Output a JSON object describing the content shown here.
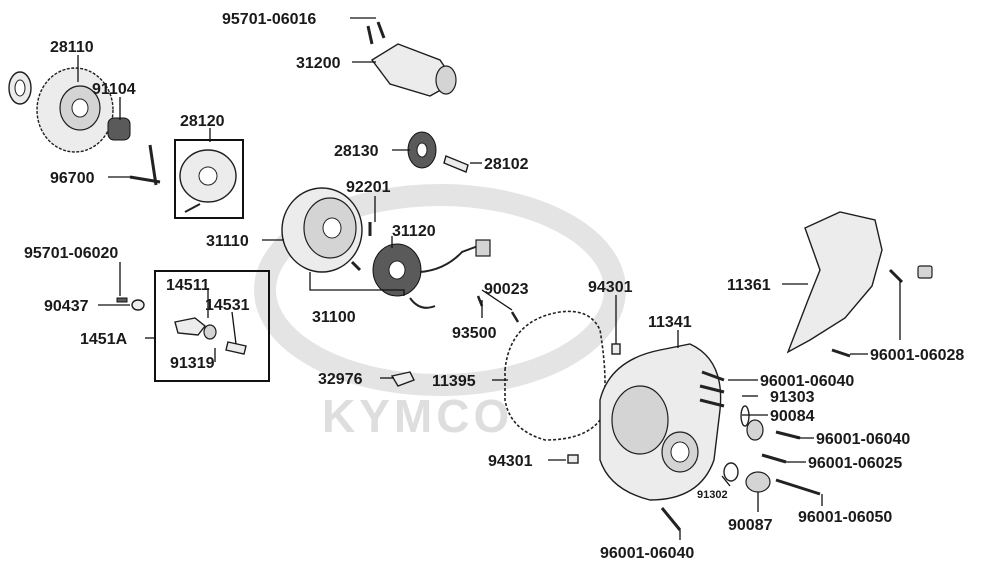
{
  "watermark": {
    "text": "KYMCO"
  },
  "labels": {
    "p95701_06016": "95701-06016",
    "p31200": "31200",
    "p28110": "28110",
    "p91104": "91104",
    "p28120": "28120",
    "p96700": "96700",
    "p28130": "28130",
    "p28102": "28102",
    "p92201": "92201",
    "p31110": "31110",
    "p31120": "31120",
    "p95701_06020": "95701-06020",
    "p14511": "14511",
    "p14531": "14531",
    "p90437": "90437",
    "p1451A": "1451A",
    "p91319": "91319",
    "p31100": "31100",
    "p90023": "90023",
    "p93500": "93500",
    "p94301a": "94301",
    "p11341": "11341",
    "p11361": "11361",
    "p96001_06028": "96001-06028",
    "p32976": "32976",
    "p11395": "11395",
    "p96001_06040a": "96001-06040",
    "p91303": "91303",
    "p90084": "90084",
    "p96001_06040b": "96001-06040",
    "p94301b": "94301",
    "p96001_06025": "96001-06025",
    "p91302": "91302",
    "p90087": "90087",
    "p96001_06050": "96001-06050",
    "p96001_06040c": "96001-06040"
  }
}
